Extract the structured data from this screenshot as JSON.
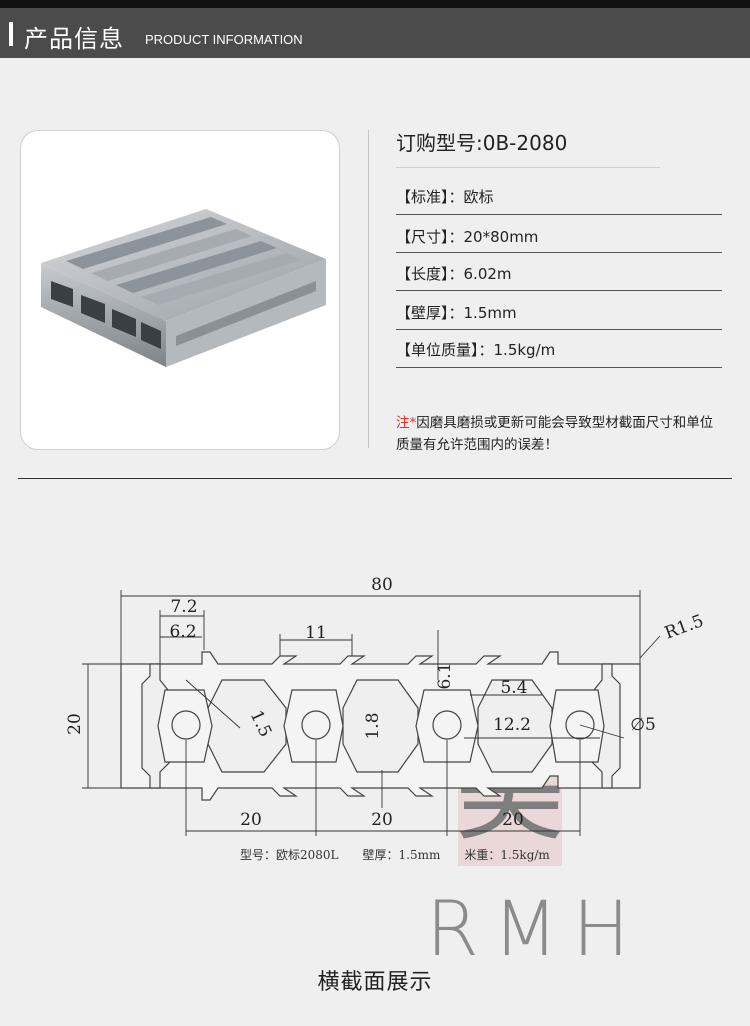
{
  "header": {
    "title_cn": "产品信息",
    "title_en": "PRODUCT INFORMATION"
  },
  "product": {
    "order_label": "订购型号:0B-2080",
    "specs": [
      {
        "label": "【标准】",
        "value": "：欧标"
      },
      {
        "label": "【尺寸】",
        "value": "：20*80mm"
      },
      {
        "label": "【长度】",
        "value": "：6.02m"
      },
      {
        "label": "【壁厚】",
        "value": "：1.5mm"
      },
      {
        "label": "【单位质量】",
        "value": "：1.5kg/m"
      }
    ],
    "note_star": "注*",
    "note_text": "因磨具磨损或更新可能会导致型材截面尺寸和单位质量有允许范围内的误差！"
  },
  "drawing": {
    "dims": {
      "overall_width": "80",
      "slot_outer": "7.2",
      "slot_inner": "6.2",
      "radius": "R1.5",
      "slot_width": "11",
      "height": "20",
      "wall": "1.5",
      "depth": "6.1",
      "neck": "5.4",
      "center_wall": "1.8",
      "span": "12.2",
      "hole": "∅5",
      "pitch_1": "20",
      "pitch_2": "20",
      "pitch_3": "20"
    },
    "caption": "型号：欧标2080L　　壁厚：1.5mm　　米重：1.5kg/m"
  },
  "watermark": {
    "stamp_char": "美",
    "brand": "RMH"
  },
  "footer": {
    "caption": "横截面展示"
  }
}
